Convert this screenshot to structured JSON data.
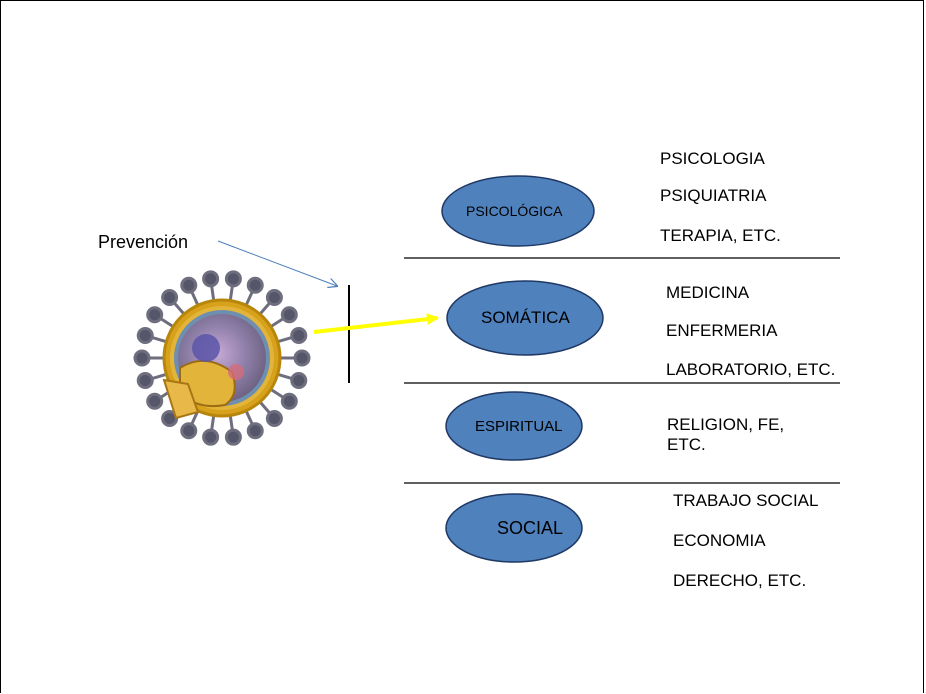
{
  "annotation": {
    "label": "Prevención"
  },
  "colors": {
    "ellipse_fill": "#4f81bd",
    "ellipse_stroke": "#1f3864",
    "arrow": "#ffff00",
    "pointer": "#4a7ebb"
  },
  "dimensions": [
    {
      "label": "PSICOLÓGICA",
      "items": [
        "PSICOLOGIA",
        "PSIQUIATRIA",
        "TERAPIA, ETC."
      ]
    },
    {
      "label": "SOMÁTICA",
      "items": [
        "MEDICINA",
        "ENFERMERIA",
        "LABORATORIO, ETC."
      ]
    },
    {
      "label": "ESPIRITUAL",
      "items": [
        "RELIGION, FE, ETC."
      ]
    },
    {
      "label": "SOCIAL",
      "items": [
        "TRABAJO SOCIAL",
        "ECONOMIA",
        "DERECHO, ETC."
      ]
    }
  ]
}
